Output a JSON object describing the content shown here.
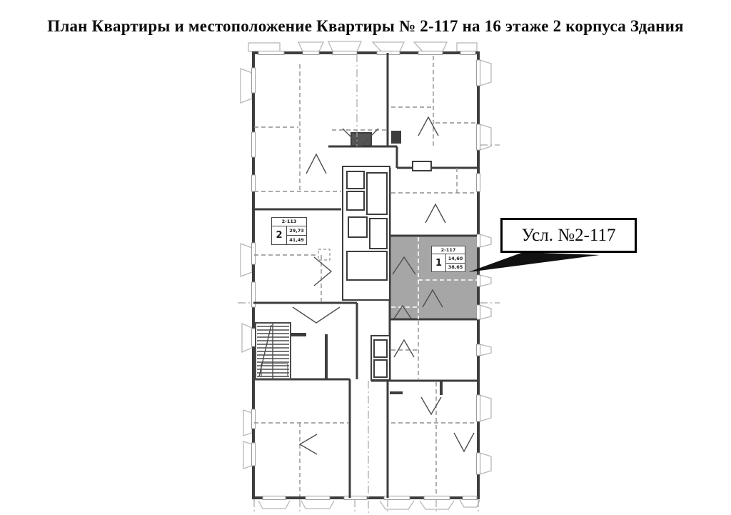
{
  "title": "План Квартиры и местоположение Квартиры № 2-117 на 16 этаже 2 корпуса Здания",
  "callout": {
    "label": "Усл. №2-117"
  },
  "apartments": {
    "unit_2_113": {
      "unit": "2-113",
      "rooms": "2",
      "area_living": "29,73",
      "area_total": "41,49"
    },
    "unit_2_117": {
      "unit": "2-117",
      "rooms": "1",
      "area_living": "14,60",
      "area_total": "38,65"
    }
  },
  "colors": {
    "highlight": "#a6a6a6",
    "wall": "#3d3d3d",
    "dashed": "#8f8f8f"
  }
}
